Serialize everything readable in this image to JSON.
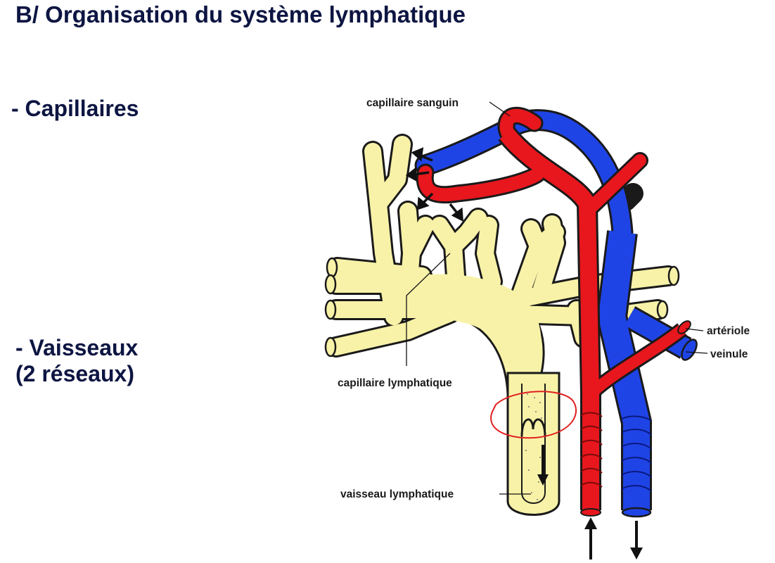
{
  "title": "B/ Organisation du système lymphatique",
  "bullets": {
    "capillaires": "- Capillaires",
    "vaisseaux": "- Vaisseaux",
    "reseaux": "(2 réseaux)"
  },
  "diagram": {
    "labels": {
      "capillaire_sanguin": "capillaire sanguin",
      "capillaire_lymphatique": "capillaire lymphatique",
      "vaisseau_lymphatique": "vaisseau lymphatique",
      "arteriole": "artériole",
      "veinule": "veinule"
    },
    "colors": {
      "lymph": "#f8f2a8",
      "artery": "#e8171d",
      "vein": "#1f44e6",
      "annotation_circle": "#e02020",
      "title_text": "#0d1542"
    }
  }
}
